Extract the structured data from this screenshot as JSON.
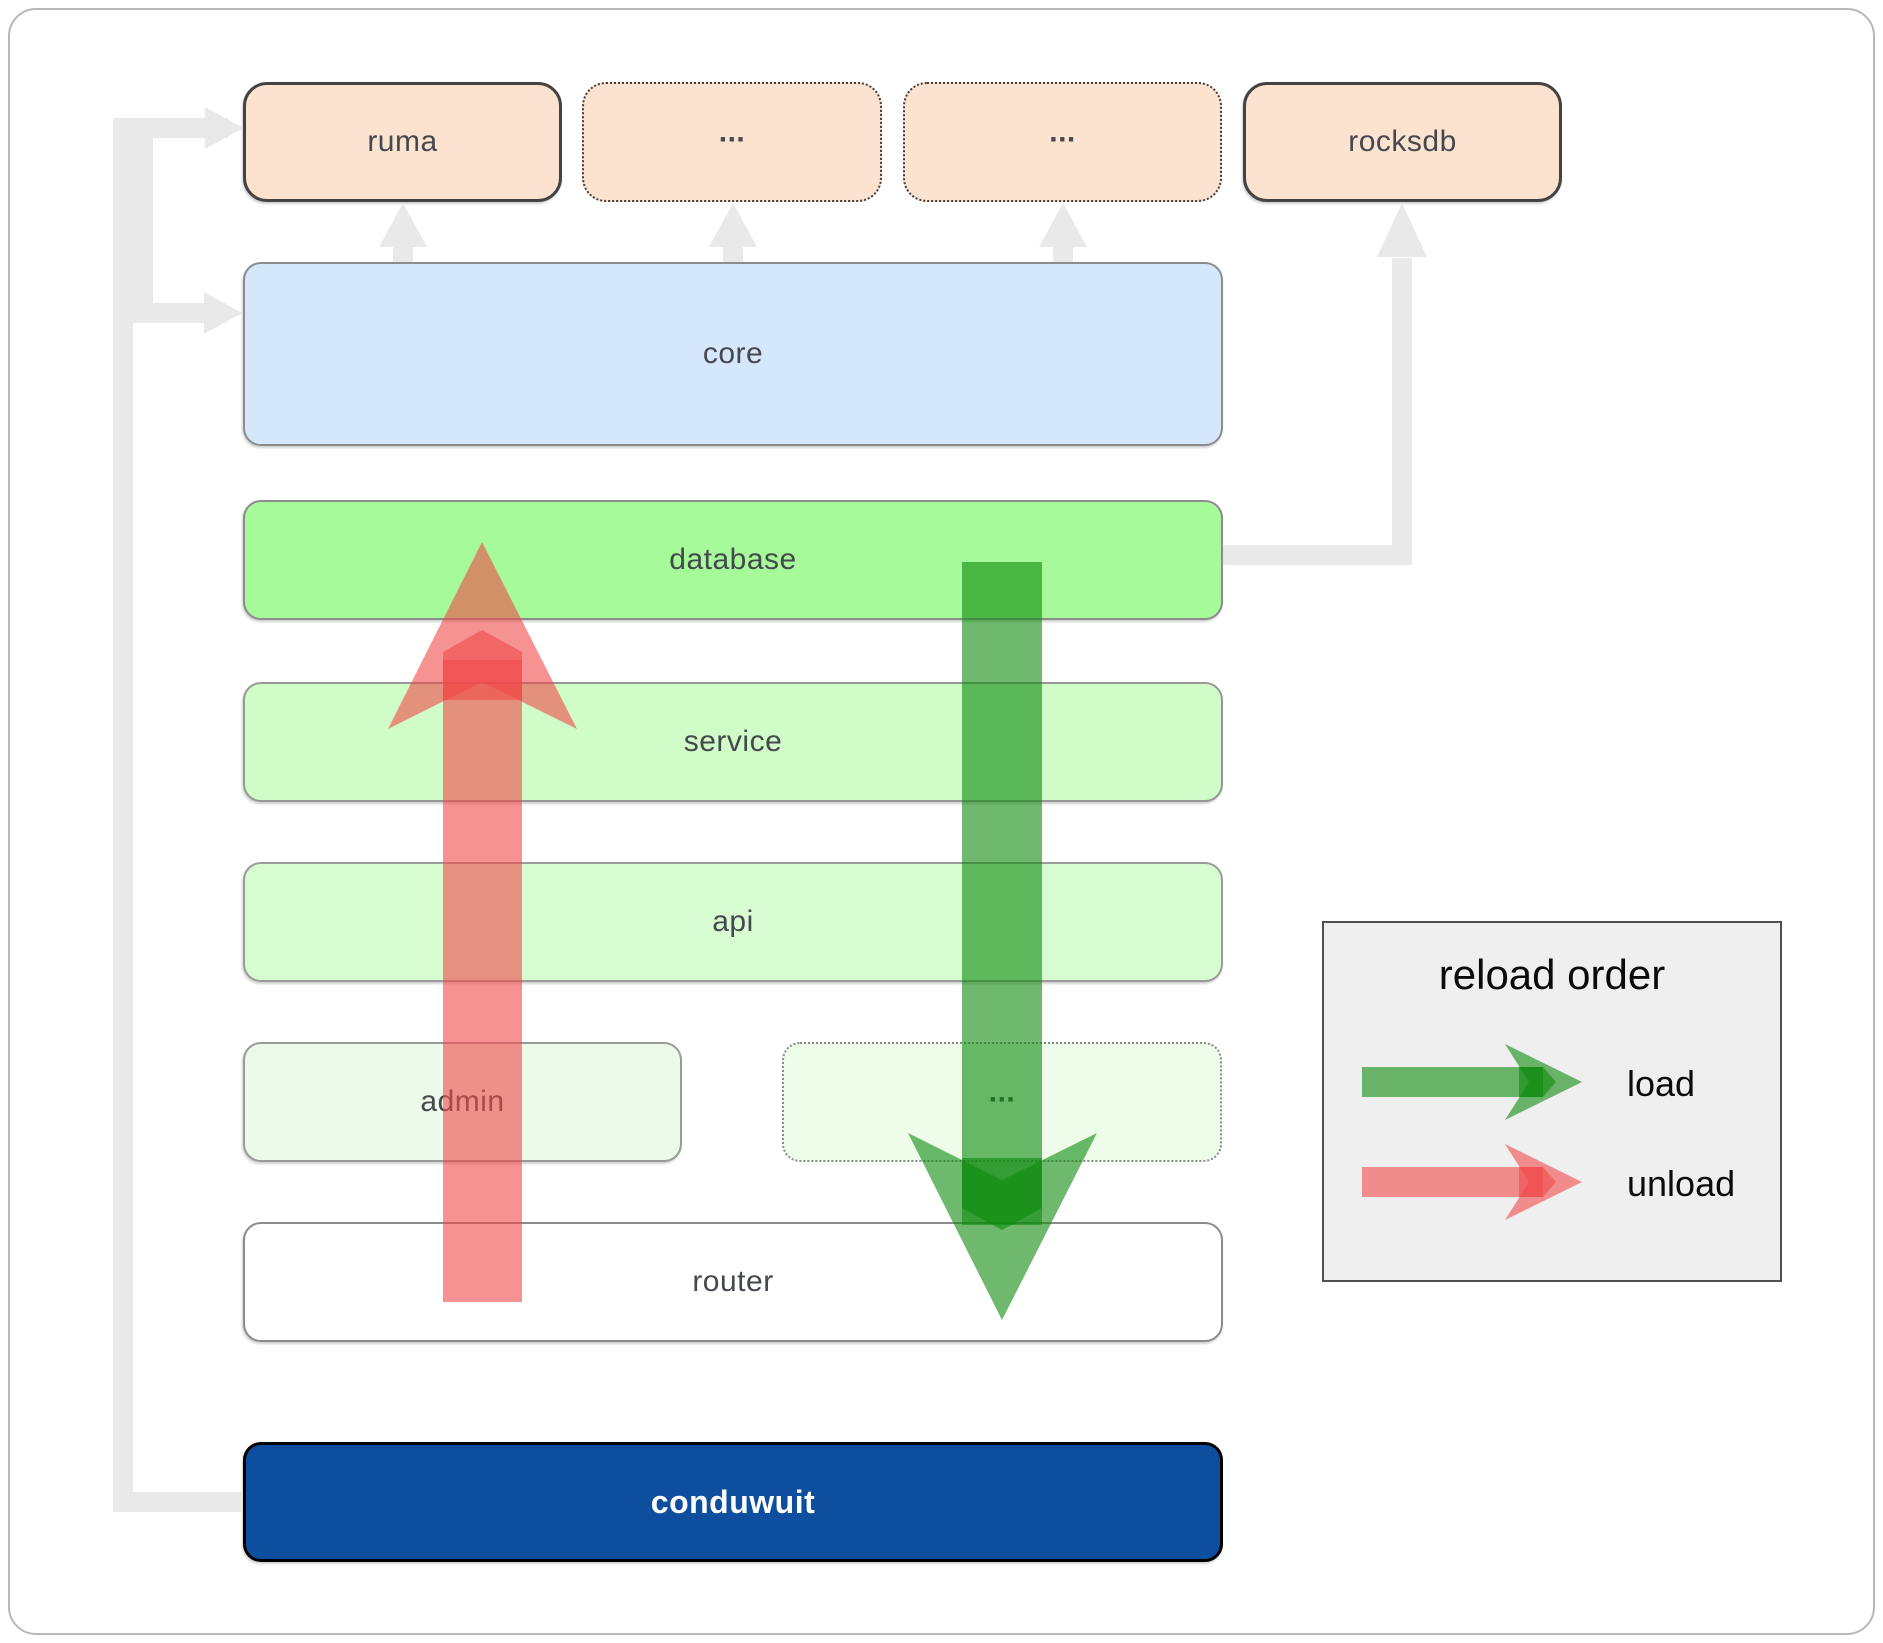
{
  "nodes": {
    "ruma": "ruma",
    "ellipsis_top_1": "...",
    "ellipsis_top_2": "...",
    "rocksdb": "rocksdb",
    "core": "core",
    "database": "database",
    "service": "service",
    "api": "api",
    "admin": "admin",
    "ellipsis_admin": "...",
    "router": "router",
    "conduwuit": "conduwuit"
  },
  "legend": {
    "title": "reload order",
    "load_label": "load",
    "unload_label": "unload"
  },
  "colors": {
    "load_green": "#0e8a0e",
    "unload_red": "#f04949",
    "conduwuit_blue": "#0d4e9e",
    "peach_fill": "#fce3d0",
    "core_blue_fill": "#d5e8fb",
    "database_green_fill": "#a6fa99",
    "service_green_fill": "#d0fcc7",
    "api_green_fill": "#d8fcd1",
    "admin_green_fill": "#ecfae9",
    "router_fill": "#ffffff",
    "connector_gray": "#e9e9e9",
    "legend_bg": "#efefef"
  }
}
